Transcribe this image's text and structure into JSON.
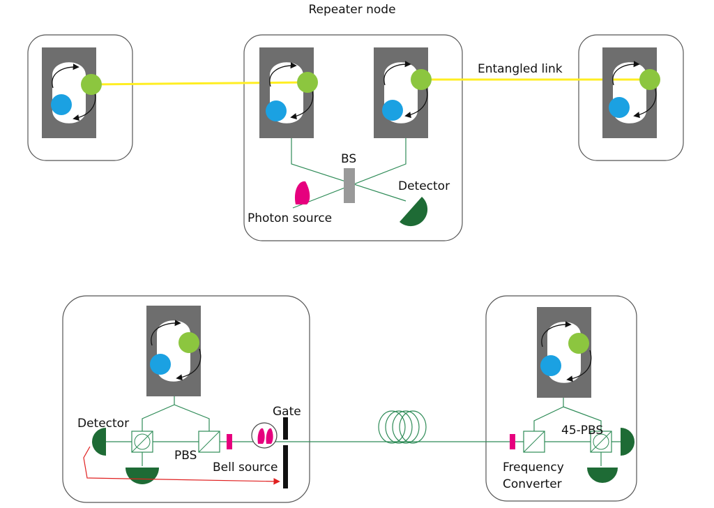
{
  "labels": {
    "repeater_node": "Repeater node",
    "entangled_link": "Entangled link",
    "bs": "BS",
    "detector_top": "Detector",
    "photon_source": "Photon source",
    "detector_bottom": "Detector",
    "gate": "Gate",
    "pbs": "PBS",
    "bell_source": "Bell source",
    "pbs45": "45-PBS",
    "frequency": "Frequency",
    "converter": "Converter"
  },
  "colors": {
    "node_border": "#555555",
    "trap": "#6e6e6e",
    "qubit_green": "#8cc63f",
    "qubit_blue": "#1ba1e2",
    "entangled_link": "#ffee22",
    "optical_path": "#2e8b57",
    "fiber": "#2e8b57",
    "detector": "#1e6b35",
    "magenta": "#e6007e",
    "feedback": "#e02020",
    "beam_splitter": "#999999"
  }
}
